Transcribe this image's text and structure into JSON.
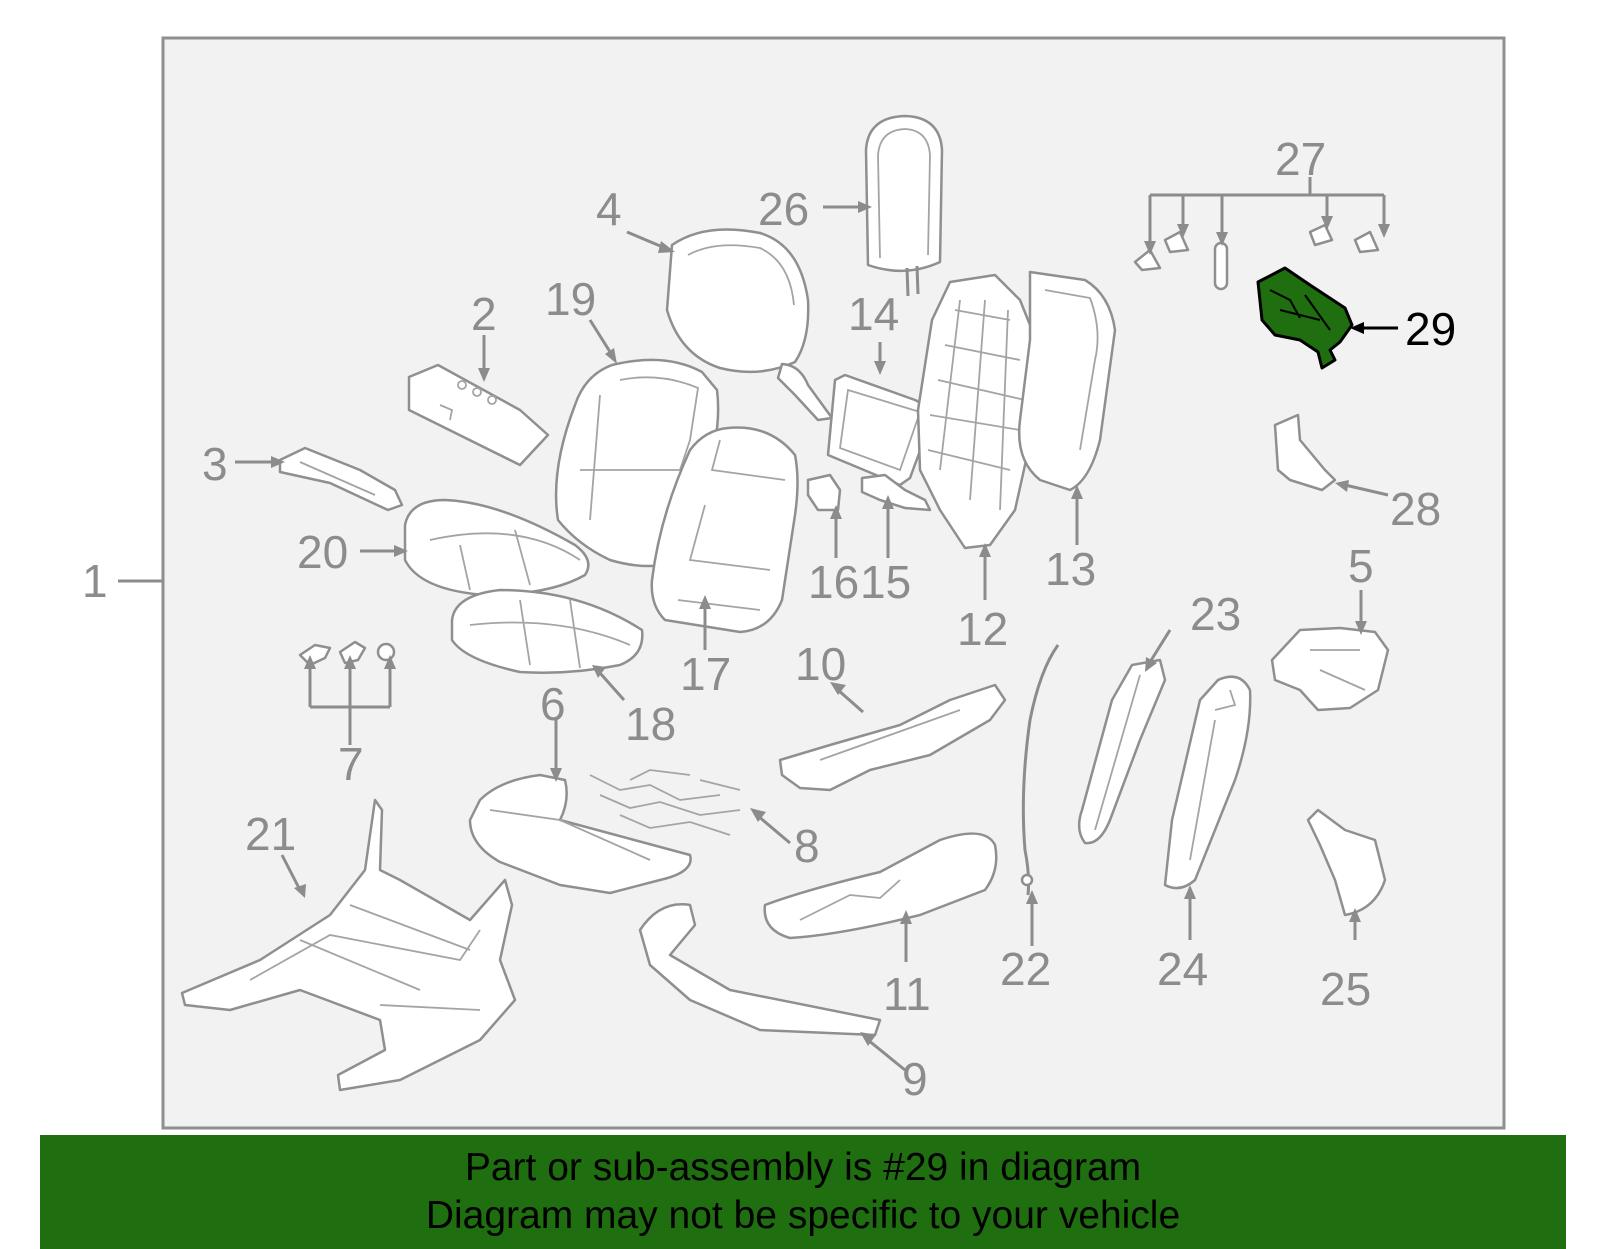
{
  "diagram": {
    "highlight_callout": "29",
    "highlight_color": "#1f6e0f",
    "callouts": [
      "1",
      "2",
      "3",
      "4",
      "5",
      "6",
      "7",
      "8",
      "9",
      "10",
      "11",
      "12",
      "13",
      "14",
      "15",
      "16",
      "17",
      "18",
      "19",
      "20",
      "21",
      "22",
      "23",
      "24",
      "25",
      "26",
      "27",
      "28"
    ]
  },
  "banner": {
    "line1": "Part or sub-assembly is #29 in diagram",
    "line2": "Diagram may not be specific to your vehicle",
    "background": "#1f6e0f"
  }
}
